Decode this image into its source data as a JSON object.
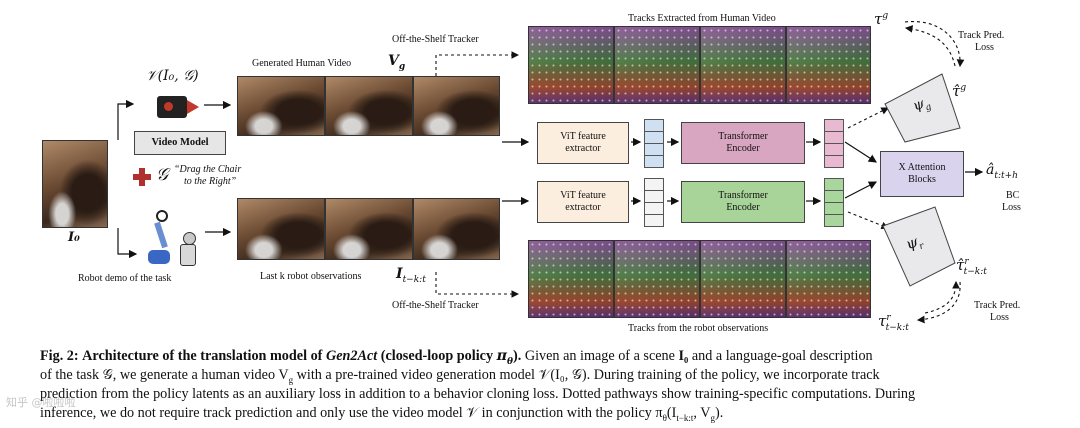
{
  "figure": {
    "input_image": "I₀",
    "video_model_math": "𝒱(I₀, 𝒢)",
    "video_model_label": "Video Model",
    "goal_symbol": "𝒢",
    "goal_text_line1": "“Drag the Chair",
    "goal_text_line2": "to the Right”",
    "robot_demo_label": "Robot demo of the task",
    "generated_video_label": "Generated Human Video",
    "vg_symbol": "V",
    "vg_subscript": "g",
    "last_k_label": "Last k robot observations",
    "robot_obs_symbol": "I",
    "robot_obs_subscript": "t−k:t",
    "tracker_top_label": "Off-the-Shelf Tracker",
    "tracker_bottom_label": "Off-the-Shelf Tracker",
    "tracks_top_label": "Tracks Extracted from Human Video",
    "tracks_bottom_label": "Tracks from the robot observations",
    "vit_top_line1": "ViT feature",
    "vit_top_line2": "extractor",
    "vit_bottom_line1": "ViT feature",
    "vit_bottom_line2": "extractor",
    "transformer_top_line1": "Transformer",
    "transformer_top_line2": "Encoder",
    "transformer_bottom_line1": "Transformer",
    "transformer_bottom_line2": "Encoder",
    "xattn_line1": "X Attention",
    "xattn_line2": "Blocks",
    "psi_g": "ψ",
    "psi_g_sub": "g",
    "psi_r": "ψ",
    "psi_r_sub": "r",
    "tau_g": "τ",
    "tau_g_sup": "g",
    "tau_g_hat": "τ̂",
    "tau_g_hat_sup": "g",
    "tau_r_hat": "τ̂",
    "tau_r_hat_sup": "r",
    "tau_r_hat_sub": "t−k:t",
    "tau_r": "τ",
    "tau_r_sup": "r",
    "tau_r_sub": "t−k:t",
    "action_hat": "â",
    "action_sub": "t:t+h",
    "bc_loss_line1": "BC",
    "bc_loss_line2": "Loss",
    "track_loss_top_line1": "Track Pred.",
    "track_loss_top_line2": "Loss",
    "track_loss_bottom_line1": "Track Pred.",
    "track_loss_bottom_line2": "Loss",
    "colors": {
      "vit": "#fbeede",
      "transformer_top": "#d8a6c0",
      "transformer_bottom": "#a8d49a",
      "xattn": "#d9d3ee",
      "token_top": "#cfe0f3",
      "token_mid_top": "#e8b9d0",
      "token_mid_bottom": "#a9d69c",
      "psi": "#e9e9ec",
      "video_model": "#e6e6e6"
    }
  },
  "caption": {
    "fig_label": "Fig. 2:",
    "title_a": "Architecture of the translation model of",
    "title_method": "Gen2Act",
    "title_b": "(closed-loop policy",
    "title_pi": "π",
    "title_pi_sub": "θ",
    "title_c": ").",
    "line1_rest": "Given an image of a scene",
    "i0": "I₀",
    "and_goal": "and a language-goal description",
    "line2": "of the task 𝒢, we generate a human video V",
    "line2_sub": "g",
    "line2b": "with a pre-trained video generation model 𝒱(I₀, 𝒢). During training of the policy, we incorporate track",
    "line3": "prediction from the policy latents as an auxiliary loss in addition to a behavior cloning loss. Dotted pathways show training-specific computations. During",
    "line4a": "inference, we do not require track prediction and only use the video model 𝒱 in conjunction with the policy π",
    "line4_sub": "θ",
    "line4b": "(I",
    "line4_sub2": "t−k:t",
    "line4c": ", V",
    "line4_sub3": "g",
    "line4d": ")."
  },
  "watermark": "知乎 @啦啦啦"
}
